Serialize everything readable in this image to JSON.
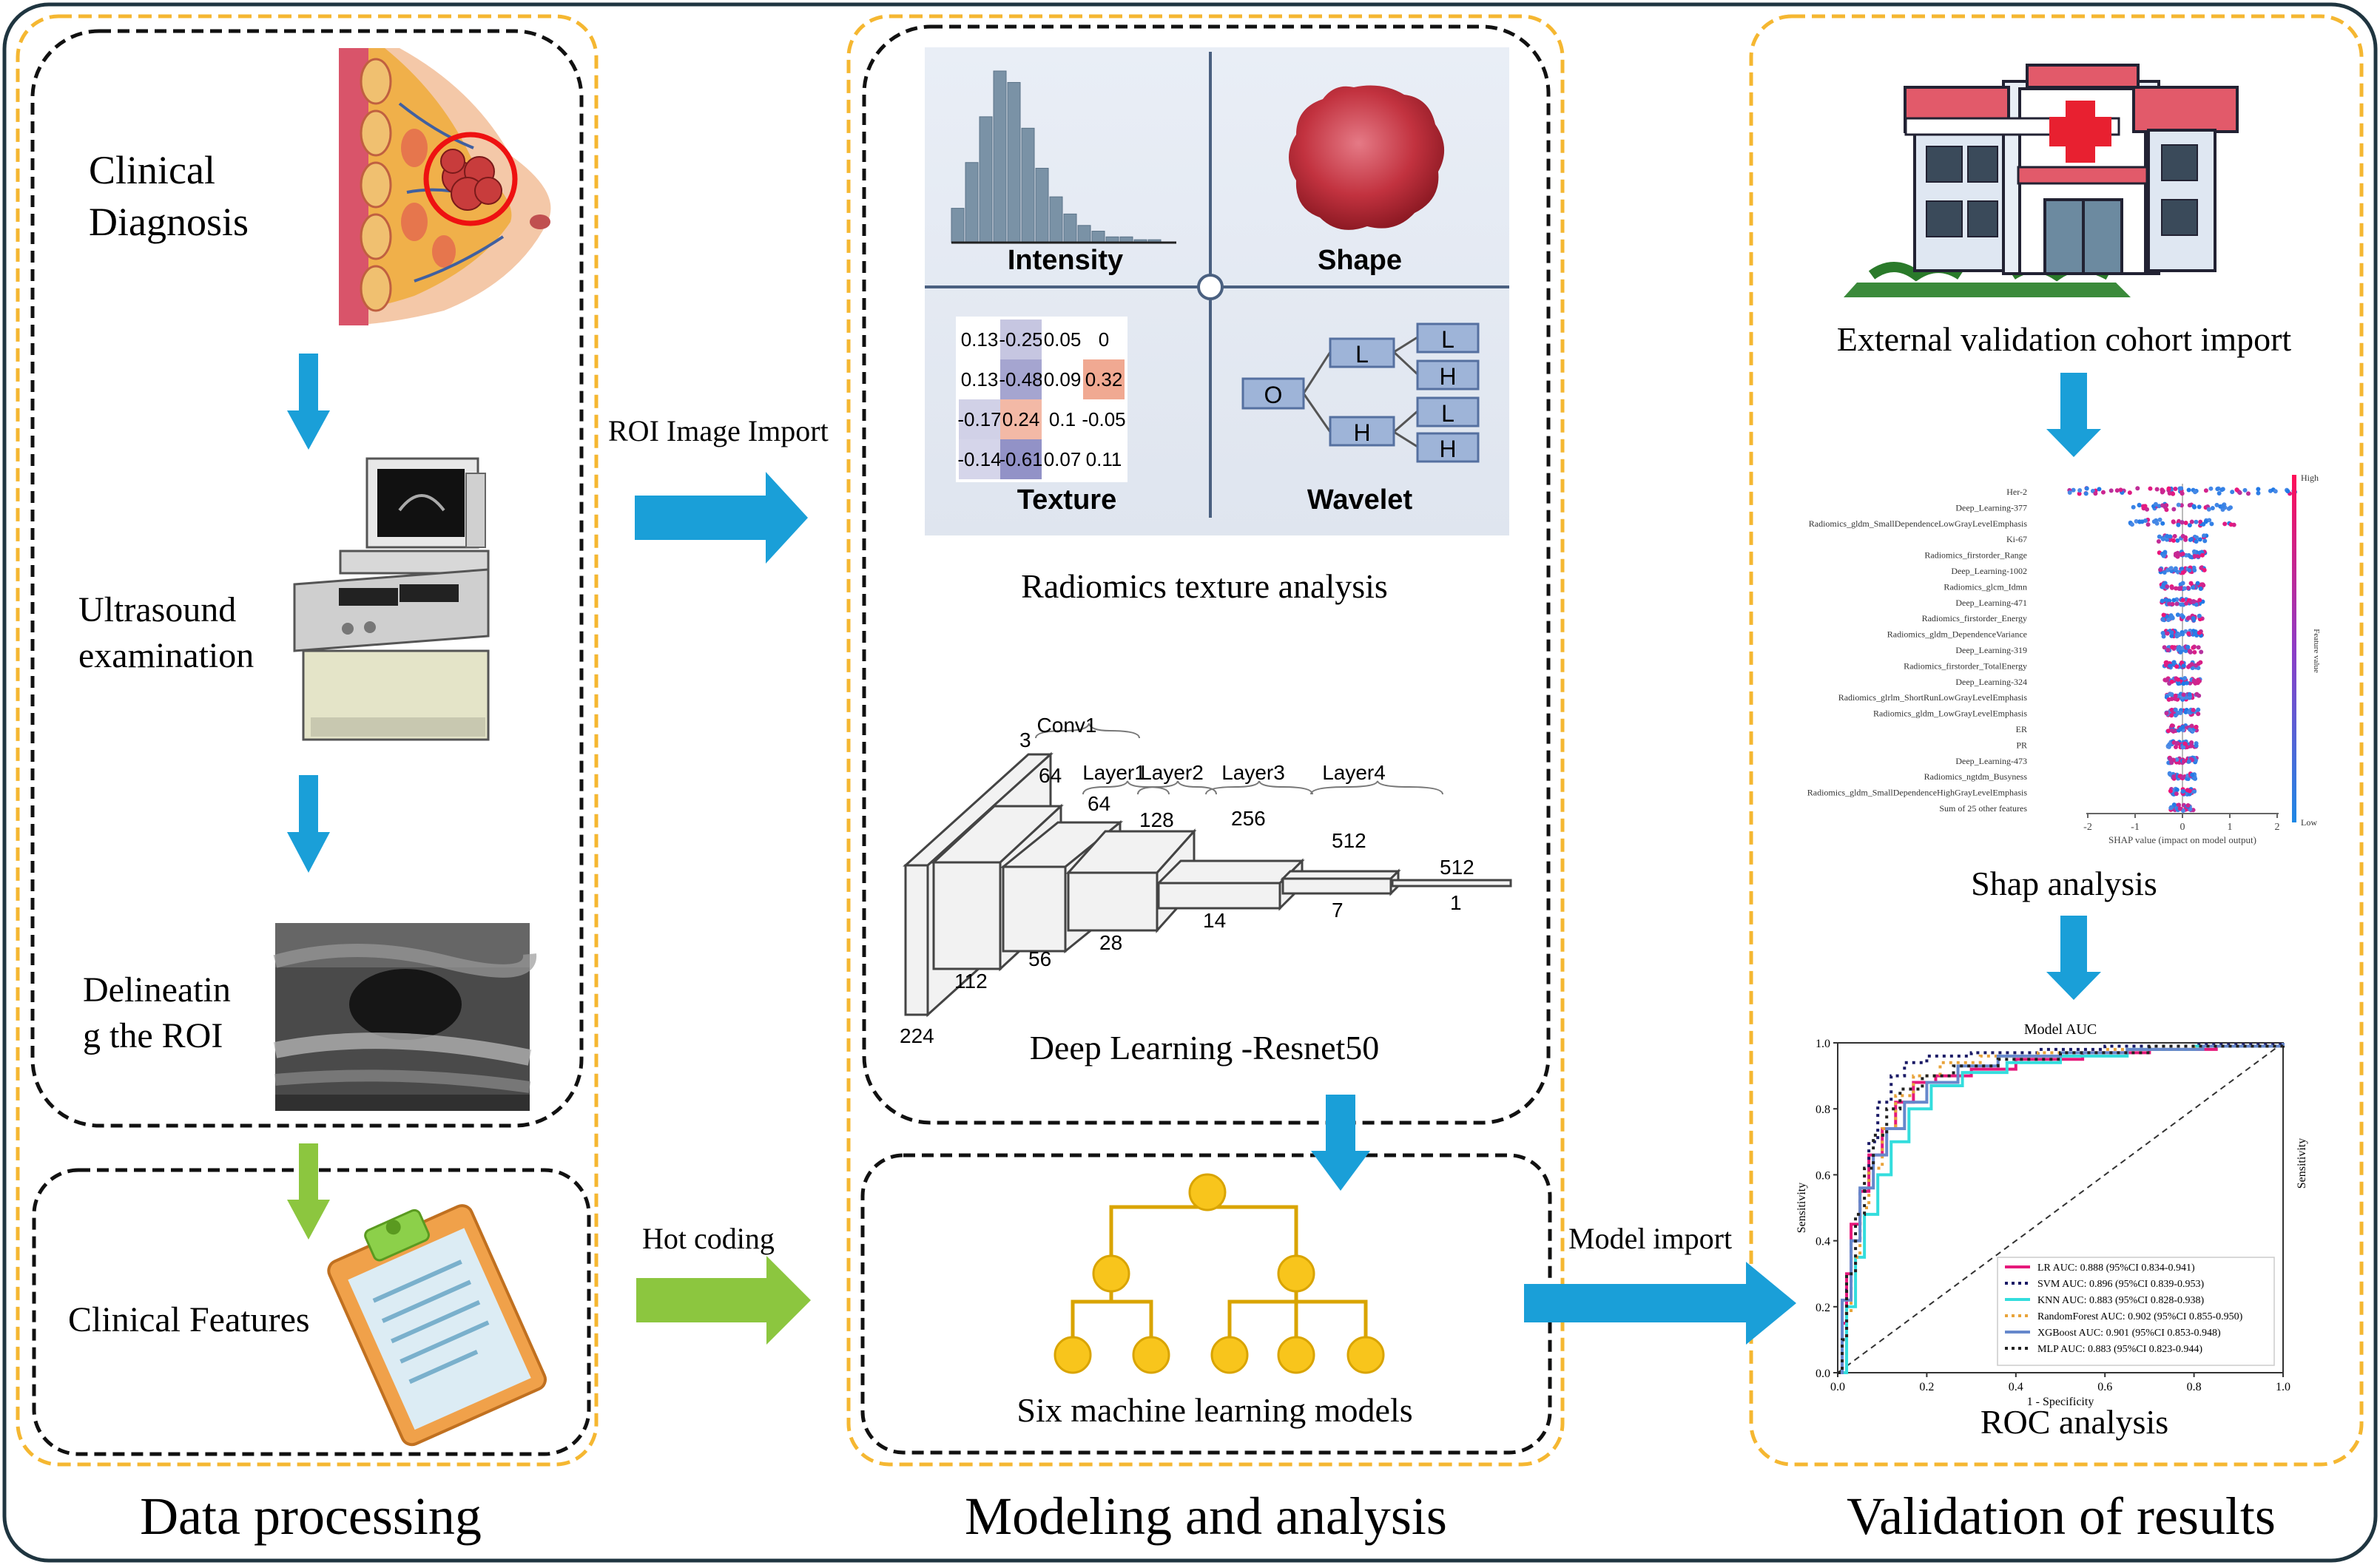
{
  "sections": {
    "data_processing": "Data processing",
    "modeling": "Modeling and analysis",
    "validation": "Validation of results"
  },
  "data_processing": {
    "clinical_diagnosis": [
      "Clinical",
      "Diagnosis"
    ],
    "ultrasound": [
      "Ultrasound",
      "examination"
    ],
    "delineating": [
      "Delineatin",
      "g the ROI"
    ],
    "clinical_features": "Clinical Features"
  },
  "arrows": {
    "roi_import": "ROI Image Import",
    "hot_coding": "Hot coding",
    "model_import": "Model import"
  },
  "radiomics": {
    "caption": "Radiomics texture analysis",
    "intensity": "Intensity",
    "shape": "Shape",
    "texture": "Texture",
    "wavelet": "Wavelet",
    "matrix": [
      [
        "0.13",
        "-0.25",
        "0.05",
        "0"
      ],
      [
        "0.13",
        "-0.48",
        "0.09",
        "0.32"
      ],
      [
        "-0.17",
        "0.24",
        "0.1",
        "-0.05"
      ],
      [
        "-0.14",
        "-0.61",
        "0.07",
        "0.11"
      ]
    ],
    "matrix_values": [
      [
        0.13,
        -0.25,
        0.05,
        0
      ],
      [
        0.13,
        -0.48,
        0.09,
        0.32
      ],
      [
        -0.17,
        0.24,
        0.1,
        -0.05
      ],
      [
        -0.14,
        -0.61,
        0.07,
        0.11
      ]
    ],
    "histogram": [
      6,
      14,
      22,
      30,
      28,
      20,
      13,
      8,
      5,
      3,
      2,
      1,
      1,
      0.5,
      0.5
    ],
    "wavelet_nodes": {
      "root": "O",
      "l": "L",
      "h": "H"
    }
  },
  "resnet": {
    "caption": "Deep Learning -Resnet50",
    "layers": [
      "Conv1",
      "Layer1",
      "Layer2",
      "Layer3",
      "Layer4"
    ],
    "labels": [
      "3",
      "64",
      "64",
      "128",
      "256",
      "512",
      "512",
      "224",
      "112",
      "56",
      "28",
      "14",
      "7",
      "1"
    ]
  },
  "ml": {
    "caption": "Six machine learning models"
  },
  "validation": {
    "external": "External validation cohort import",
    "shap_caption": "Shap analysis",
    "roc_caption": "ROC analysis"
  },
  "shap": {
    "features": [
      "Her-2",
      "Deep_Learning-377",
      "Radiomics_gldm_SmallDependenceLowGrayLevelEmphasis",
      "Ki-67",
      "Radiomics_firstorder_Range",
      "Deep_Learning-1002",
      "Radiomics_glcm_Idmn",
      "Deep_Learning-471",
      "Radiomics_firstorder_Energy",
      "Radiomics_gldm_DependenceVariance",
      "Deep_Learning-319",
      "Radiomics_firstorder_TotalEnergy",
      "Deep_Learning-324",
      "Radiomics_glrlm_ShortRunLowGrayLevelEmphasis",
      "Radiomics_gldm_LowGrayLevelEmphasis",
      "ER",
      "PR",
      "Deep_Learning-473",
      "Radiomics_ngtdm_Busyness",
      "Radiomics_gldm_SmallDependenceHighGrayLevelEmphasis",
      "Sum of 25 other features"
    ],
    "xlabel": "SHAP value (impact on model output)",
    "ticks": [
      "-2",
      "-1",
      "0",
      "1",
      "2"
    ],
    "colorbar_high": "High",
    "colorbar_low": "Low",
    "colorbar_label": "Feature value"
  },
  "chart_data": {
    "type": "line",
    "title": "Model AUC",
    "xlabel": "1 - Specificity",
    "ylabel": "Sensitivity",
    "xlim": [
      0,
      1
    ],
    "ylim": [
      0,
      1
    ],
    "xticks": [
      "0.0",
      "0.2",
      "0.4",
      "0.6",
      "0.8",
      "1.0"
    ],
    "yticks": [
      "0.0",
      "0.2",
      "0.4",
      "0.6",
      "0.8",
      "1.0"
    ],
    "legend_position": "bottom-right",
    "series": [
      {
        "name": "LR AUC: 0.888 (95%CI 0.834-0.941)",
        "color": "#e6197b",
        "dash": "solid",
        "x": [
          0,
          0.01,
          0.02,
          0.03,
          0.05,
          0.07,
          0.1,
          0.13,
          0.17,
          0.22,
          0.3,
          0.4,
          0.55,
          0.7,
          0.85,
          1
        ],
        "y": [
          0,
          0.15,
          0.3,
          0.45,
          0.55,
          0.66,
          0.74,
          0.82,
          0.88,
          0.9,
          0.92,
          0.95,
          0.97,
          0.98,
          0.99,
          1
        ]
      },
      {
        "name": "SVM AUC: 0.896 (95%CI 0.839-0.953)",
        "color": "#1a1a66",
        "dash": "dot",
        "x": [
          0,
          0.01,
          0.02,
          0.03,
          0.05,
          0.07,
          0.09,
          0.12,
          0.15,
          0.2,
          0.3,
          0.45,
          0.6,
          0.8,
          1
        ],
        "y": [
          0,
          0.1,
          0.25,
          0.4,
          0.55,
          0.7,
          0.82,
          0.9,
          0.94,
          0.96,
          0.97,
          0.98,
          0.99,
          0.995,
          1
        ]
      },
      {
        "name": "KNN AUC: 0.883 (95%CI 0.828-0.938)",
        "color": "#33dddd",
        "dash": "solid",
        "x": [
          0,
          0.02,
          0.04,
          0.06,
          0.09,
          0.12,
          0.16,
          0.21,
          0.28,
          0.38,
          0.5,
          0.65,
          0.8,
          1
        ],
        "y": [
          0,
          0.2,
          0.35,
          0.48,
          0.6,
          0.7,
          0.8,
          0.87,
          0.91,
          0.94,
          0.96,
          0.98,
          0.99,
          1
        ]
      },
      {
        "name": "RandomForest AUC: 0.902 (95%CI 0.855-0.950)",
        "color": "#e8a33a",
        "dash": "dot",
        "x": [
          0,
          0.01,
          0.03,
          0.05,
          0.07,
          0.1,
          0.13,
          0.17,
          0.23,
          0.32,
          0.45,
          0.6,
          0.8,
          1
        ],
        "y": [
          0,
          0.18,
          0.35,
          0.5,
          0.62,
          0.74,
          0.84,
          0.9,
          0.94,
          0.96,
          0.97,
          0.98,
          0.99,
          1
        ]
      },
      {
        "name": "XGBoost AUC: 0.901 (95%CI 0.853-0.948)",
        "color": "#6688cc",
        "dash": "solid",
        "x": [
          0,
          0.01,
          0.03,
          0.05,
          0.08,
          0.11,
          0.15,
          0.2,
          0.27,
          0.36,
          0.5,
          0.65,
          0.82,
          1
        ],
        "y": [
          0,
          0.22,
          0.4,
          0.56,
          0.66,
          0.74,
          0.82,
          0.88,
          0.93,
          0.96,
          0.97,
          0.98,
          0.99,
          1
        ]
      },
      {
        "name": "MLP AUC: 0.883 (95%CI 0.823-0.944)",
        "color": "#222222",
        "dash": "dot",
        "x": [
          0,
          0.01,
          0.02,
          0.04,
          0.06,
          0.08,
          0.11,
          0.14,
          0.19,
          0.26,
          0.36,
          0.5,
          0.7,
          1
        ],
        "y": [
          0,
          0.1,
          0.3,
          0.48,
          0.62,
          0.72,
          0.8,
          0.86,
          0.9,
          0.93,
          0.95,
          0.97,
          0.99,
          1
        ]
      }
    ]
  },
  "colors": {
    "yellow_dash": "#f5b731",
    "blue_arrow": "#1a9fd8",
    "green_arrow": "#8cc63f",
    "node": "#f8c51c",
    "node_stroke": "#d9a400"
  }
}
